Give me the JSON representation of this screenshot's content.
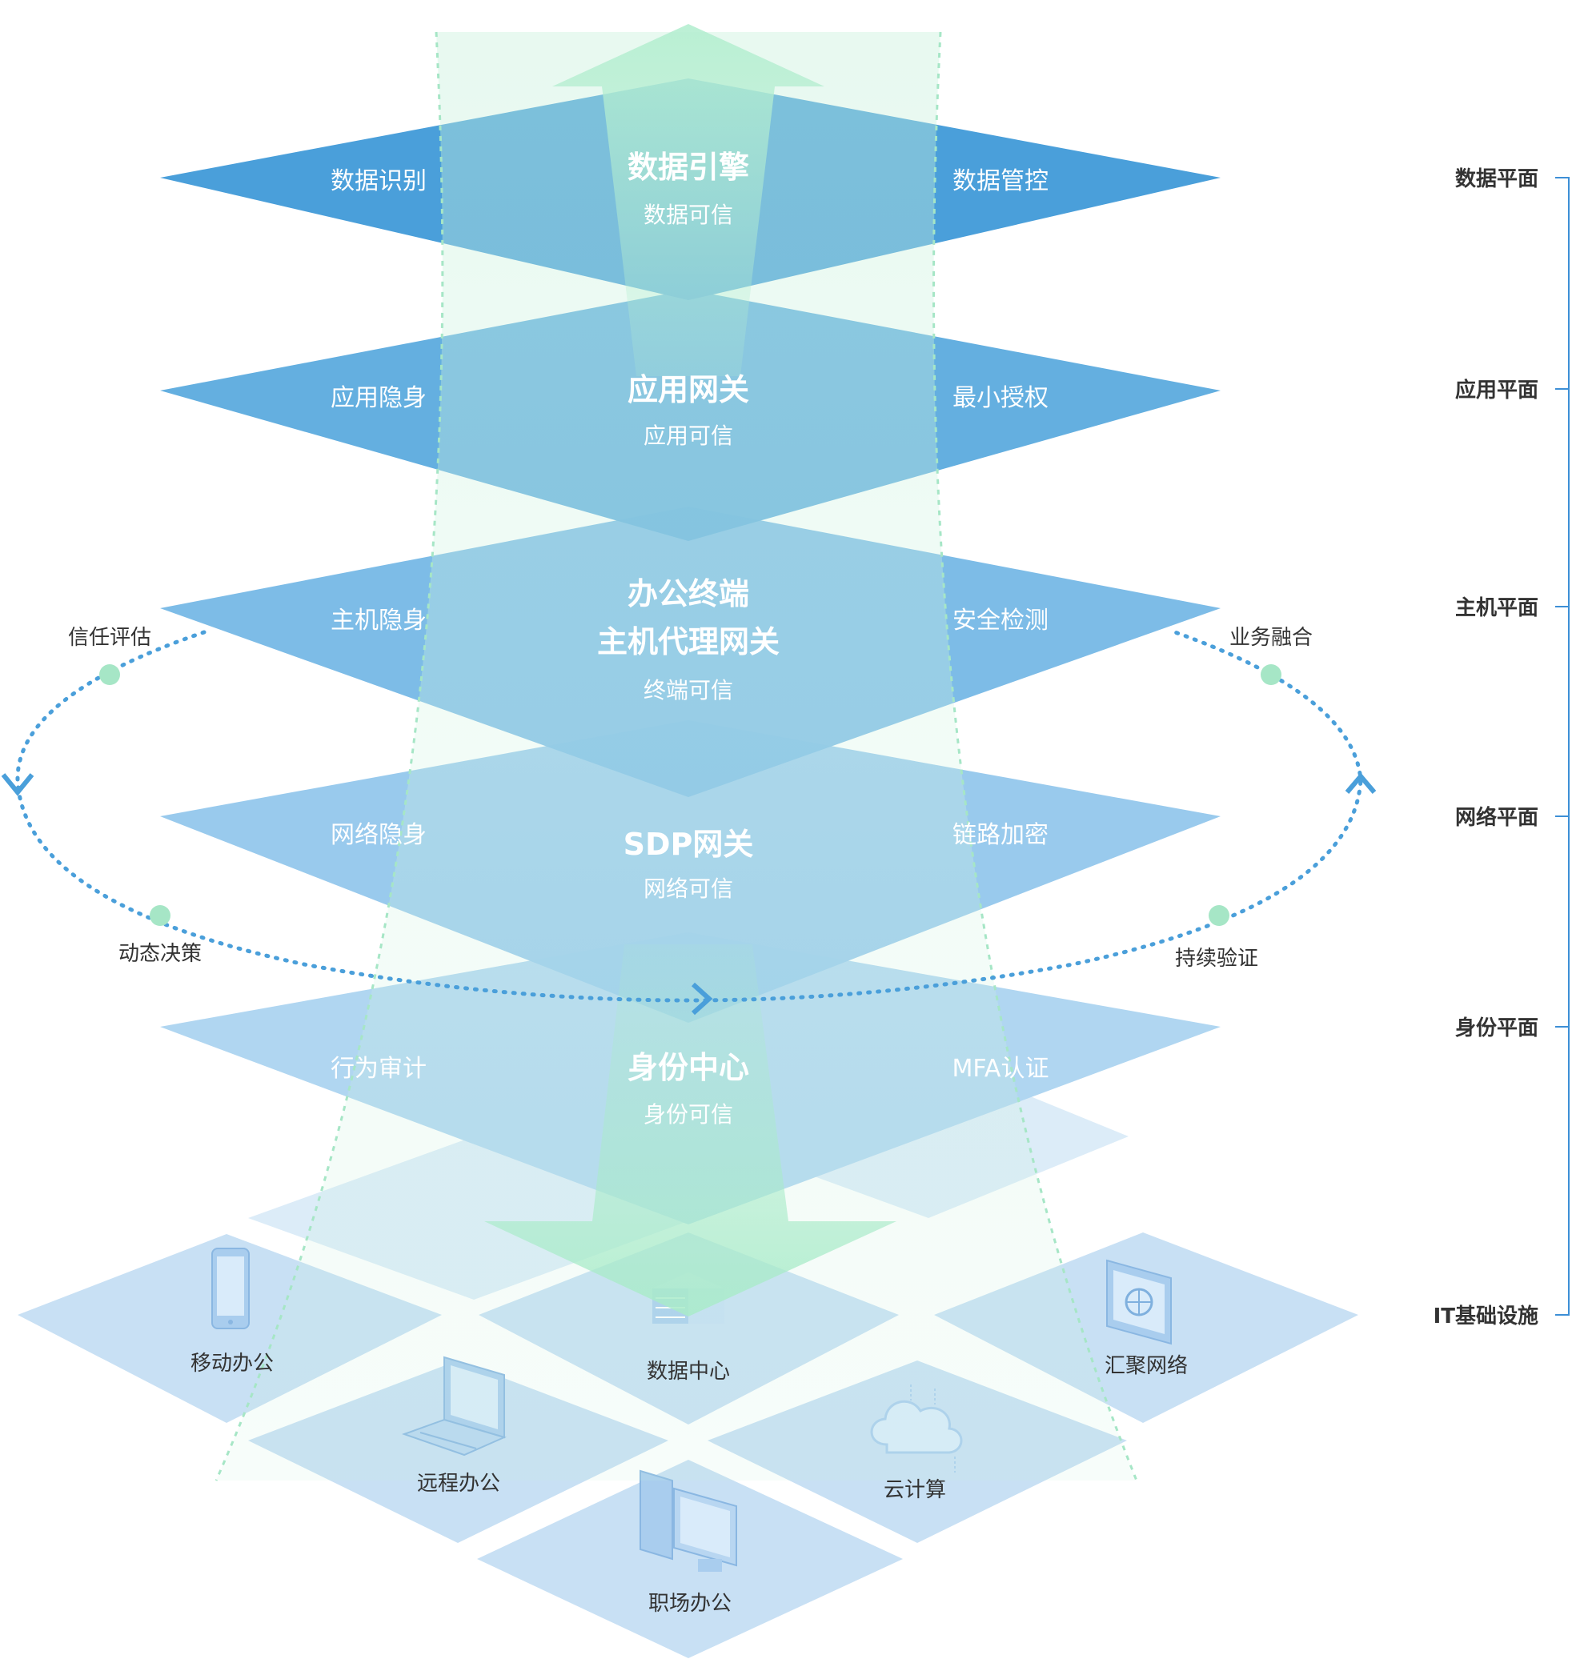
{
  "colors": {
    "layer_data": "#4a9fda",
    "layer_app": "#5eacdf",
    "layer_host": "#78b9e6",
    "layer_net": "#95c8ec",
    "layer_identity": "#b0d6f1",
    "tile": "#c8e0f4",
    "tile_back": "#dcecf8",
    "beam": "#c6f0db",
    "beam_arrow": "#a9ebc9",
    "loop": "#4a9fda",
    "loop_dot": "#a6e6c6",
    "bracket": "#3d8fd6",
    "text_light": "#ffffff",
    "text_dark": "#333333"
  },
  "layers": [
    {
      "center_title": "数据引擎",
      "center_subtitle": "数据可信",
      "left": "数据识别",
      "right": "数据管控",
      "plane": "数据平面"
    },
    {
      "center_title": "应用网关",
      "center_subtitle": "应用可信",
      "left": "应用隐身",
      "right": "最小授权",
      "plane": "应用平面"
    },
    {
      "center_title": "办公终端",
      "center_title_2": "主机代理网关",
      "center_subtitle": "终端可信",
      "left": "主机隐身",
      "right": "安全检测",
      "plane": "主机平面"
    },
    {
      "center_title": "SDP网关",
      "center_subtitle": "网络可信",
      "left": "网络隐身",
      "right": "链路加密",
      "plane": "网络平面"
    },
    {
      "center_title": "身份中心",
      "center_subtitle": "身份可信",
      "left": "行为审计",
      "right": "MFA认证",
      "plane": "身份平面"
    }
  ],
  "infrastructure": {
    "plane": "IT基础设施",
    "tiles": [
      {
        "label": "移动办公",
        "icon": "mobile-phone-icon"
      },
      {
        "label": "数据中心",
        "icon": "server-rack-icon"
      },
      {
        "label": "汇聚网络",
        "icon": "network-globe-icon"
      },
      {
        "label": "远程办公",
        "icon": "laptop-icon"
      },
      {
        "label": "云计算",
        "icon": "cloud-icon"
      },
      {
        "label": "职场办公",
        "icon": "desktop-computer-icon"
      }
    ]
  },
  "loop": {
    "trust_assessment": "信任评估",
    "dynamic_decision": "动态决策",
    "business_fusion": "业务融合",
    "continuous_verification": "持续验证"
  }
}
